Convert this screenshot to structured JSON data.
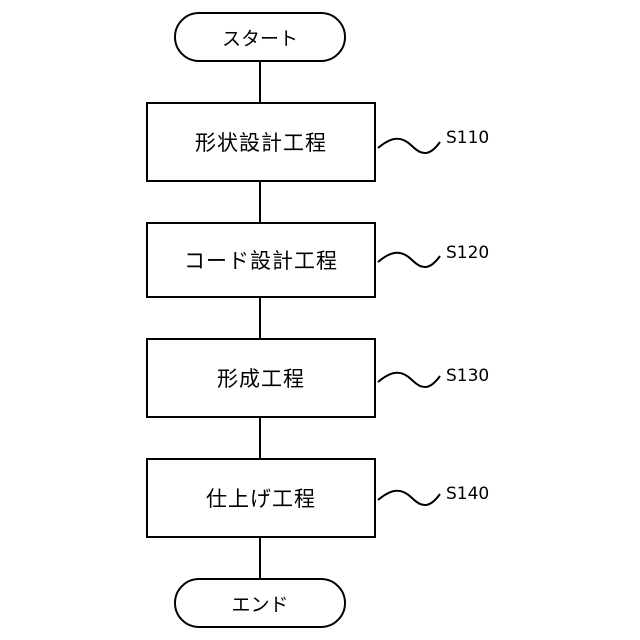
{
  "start": "スタート",
  "end": "エンド",
  "steps": [
    {
      "text": "形状設計工程",
      "id": "S110"
    },
    {
      "text": "コード設計工程",
      "id": "S120"
    },
    {
      "text": "形成工程",
      "id": "S130"
    },
    {
      "text": "仕上げ工程",
      "id": "S140"
    }
  ]
}
